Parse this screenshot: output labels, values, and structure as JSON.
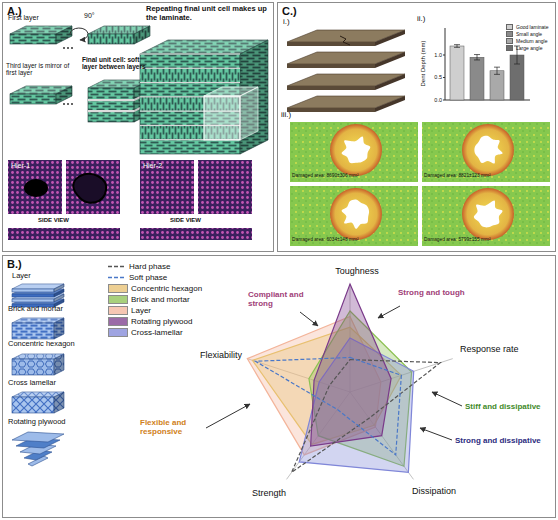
{
  "diagram": {
    "nodes": [
      {
        "text": [
          "A.)"
        ]
      },
      {
        "text": [
          "C.)"
        ]
      },
      {
        "text": [
          "B.)"
        ]
      }
    ],
    "labels": [
      "First layer",
      "90°",
      "Repeating final unit cell makes up the laminate.",
      "Third layer is mirror of first layer",
      "Final unit cell: soft layer between layers",
      "Hier-1",
      "Hier-2",
      "SIDE VIEW",
      "SIDE VIEW",
      "i.)",
      "ii.)",
      "Dent Depth (mm)",
      "0.0",
      "0.5",
      "1.0",
      "iii.)",
      "Damaged area: 8690±306 mm²",
      "Damaged area: 8821±123 mm²",
      "Damaged area: 6034±148 mm²",
      "Damaged area: 5799±155 mm²",
      "Layer",
      "Brick and mortar",
      "Concentric hexagon",
      "Cross lamellar",
      "Rotating plywood",
      "Toughness",
      "Flexiability",
      "Response rate",
      "Strength",
      "Dissipation",
      "Compliant and strong",
      "Strong and tough",
      "Stiff and dissipative",
      "Strong and dissipative",
      "Flexible and responsive"
    ],
    "legend": [
      {
        "text": "Good laminate",
        "color": "#cfcfcf"
      },
      {
        "text": "Small angle",
        "color": "#8a8a8a"
      },
      {
        "text": "Medium angle",
        "color": "#a9a9a9"
      },
      {
        "text": "Large angle",
        "color": "#6e6e6e"
      },
      {
        "text": "Hard phase"
      },
      {
        "text": "Soft phase"
      },
      {
        "text": "Concentric hexagon",
        "color": "#e8c070"
      },
      {
        "text": "Brick and mortar",
        "color": "#8cc152"
      },
      {
        "text": "Layer",
        "color": "#f3b49a"
      },
      {
        "text": "Rotating plywood",
        "color": "#7a3a8a"
      },
      {
        "text": "Cross-lamellar",
        "color": "#7f86d8"
      }
    ]
  }
}
